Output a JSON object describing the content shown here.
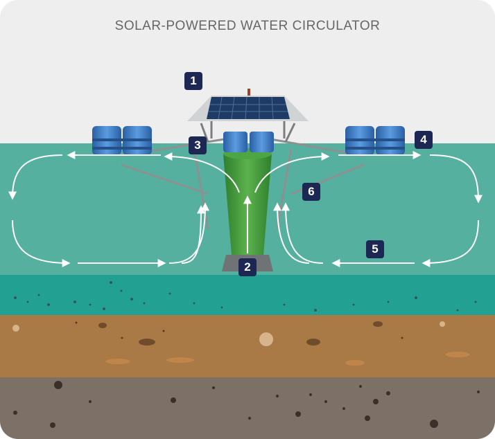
{
  "title": "SOLAR-POWERED WATER CIRCULATOR",
  "colors": {
    "sky": "#eeeeee",
    "water_upper": "#55b0a0",
    "water_lower": "#22a192",
    "sediment": "#a97a45",
    "bedrock": "#7d7066",
    "badge": "#1c2753",
    "float_blue": "#3a78c2",
    "tube_green": "#3f9a38",
    "flow_arrow": "#ffffff"
  },
  "callouts": [
    {
      "id": "1",
      "label": "1"
    },
    {
      "id": "2",
      "label": "2"
    },
    {
      "id": "3",
      "label": "3"
    },
    {
      "id": "4",
      "label": "4"
    },
    {
      "id": "5",
      "label": "5"
    },
    {
      "id": "6",
      "label": "6"
    }
  ],
  "icons": [
    "solar-panel-icon",
    "float-tank-icon",
    "intake-tube-icon",
    "flow-arrow-icon"
  ]
}
